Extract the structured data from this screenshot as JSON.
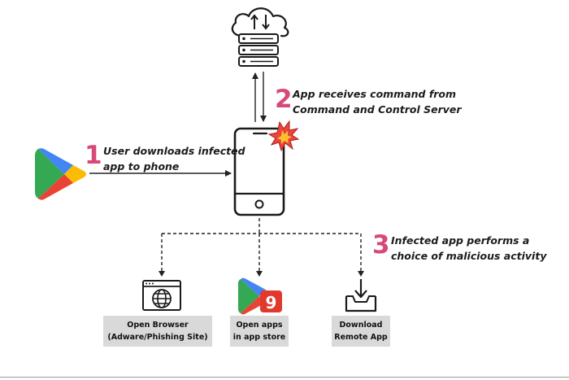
{
  "steps": [
    {
      "number": "1",
      "lines": [
        "User downloads infected",
        "app to phone"
      ]
    },
    {
      "number": "2",
      "lines": [
        "App receives command from",
        "Command and Control Server"
      ]
    },
    {
      "number": "3",
      "lines": [
        "Infected app performs a",
        "choice of malicious activity"
      ]
    }
  ],
  "outcomes": [
    {
      "lines": [
        "Open Browser",
        "(Adware/Phishing Site)"
      ],
      "icon": "browser-globe-icon"
    },
    {
      "lines": [
        "Open apps",
        "in app store"
      ],
      "icon": "app-store-9apps-icon"
    },
    {
      "lines": [
        "Download",
        "Remote App"
      ],
      "icon": "download-tray-icon"
    }
  ],
  "store_badge_text": "9",
  "colors": {
    "accent": "#d6497a",
    "label_bg": "#d9d9d9",
    "play_green": "#34a853",
    "play_blue": "#4285f4",
    "play_yellow": "#fbbc04",
    "play_red": "#ea4335",
    "badge_red": "#e03a2f"
  }
}
